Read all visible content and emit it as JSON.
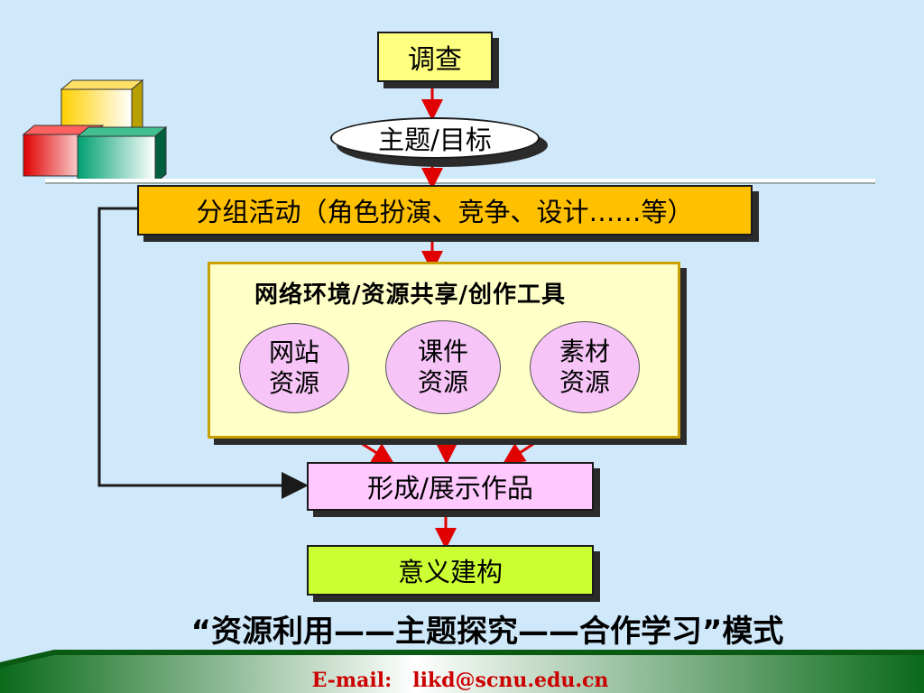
{
  "diagram": {
    "step_survey": "调查",
    "step_theme": "主题/目标",
    "step_group_activity": "分组活动（角色扮演、竞争、设计……等）",
    "resource_panel": {
      "title": "网络环境/资源共享/创作工具",
      "resources": [
        {
          "label": "网站\n资源"
        },
        {
          "label": "课件\n资源"
        },
        {
          "label": "素材\n资源"
        }
      ]
    },
    "step_product": "形成/展示作品",
    "step_meaning": "意义建构"
  },
  "caption": "“资源利用——主题探究——合作学习”模式",
  "footer": {
    "email": "E-mail:   likd@scnu.edu.cn"
  },
  "colors": {
    "background": "#cfe9fb",
    "survey_box": "#ffff80",
    "group_box": "#ffc000",
    "panel_box": "#ffffc8",
    "bubble": "#f6c4f6",
    "product_box": "#ffc8ff",
    "meaning_box": "#ccff33",
    "arrow_red": "#e00000",
    "footer_text": "#cc0000"
  }
}
